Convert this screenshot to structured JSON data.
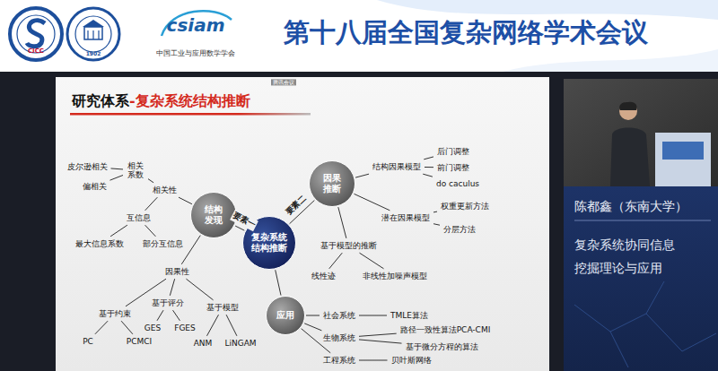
{
  "diagram": {
    "title": "研究体系",
    "nodes": [
      {
        "text": [
          "结构发现"
        ]
      },
      {
        "text": [
          "相关性"
        ]
      },
      {
        "text": [
          "相关系数"
        ]
      },
      {
        "text": [
          "皮尔逊相关"
        ]
      },
      {
        "text": [
          "偏相关"
        ]
      },
      {
        "text": [
          "互信息"
        ]
      },
      {
        "text": [
          "最大信息系数"
        ]
      },
      {
        "text": [
          "部分互信息"
        ]
      },
      {
        "text": [
          "因果性"
        ]
      },
      {
        "text": [
          "基于约束"
        ]
      },
      {
        "text": [
          "基于评分"
        ]
      },
      {
        "text": [
          "基于模型"
        ]
      },
      {
        "text": [
          "PC"
        ]
      },
      {
        "text": [
          "PCMCI"
        ]
      },
      {
        "text": [
          "GES"
        ]
      },
      {
        "text": [
          "FGES"
        ]
      },
      {
        "text": [
          "ANM"
        ]
      },
      {
        "text": [
          "LiNGAM"
        ]
      },
      {
        "text": [
          "复杂系统结构推断"
        ]
      },
      {
        "text": [
          "因果推断"
        ]
      },
      {
        "text": [
          "结构因果模型"
        ]
      },
      {
        "text": [
          "后门调整"
        ]
      },
      {
        "text": [
          "前门调整"
        ]
      },
      {
        "text": [
          "do caculus"
        ]
      },
      {
        "text": [
          "潜在因果模型"
        ]
      },
      {
        "text": [
          "权重更新方法"
        ]
      },
      {
        "text": [
          "分层方法"
        ]
      },
      {
        "text": [
          "基于模型的推断"
        ]
      },
      {
        "text": [
          "线性迹"
        ]
      },
      {
        "text": [
          "非线性加噪声模型"
        ]
      },
      {
        "text": [
          "应用"
        ]
      },
      {
        "text": [
          "社会系统"
        ]
      },
      {
        "text": [
          "TMLE算法"
        ]
      },
      {
        "text": [
          "生物系统"
        ]
      },
      {
        "text": [
          "路径一致性算法PCA-CMI"
        ]
      },
      {
        "text": [
          "基于微分方程的算法"
        ]
      },
      {
        "text": [
          "工程系统"
        ]
      },
      {
        "text": [
          "贝叶斯网络"
        ]
      }
    ],
    "edges": [
      {
        "from": 18,
        "to": 0,
        "arrow": "none",
        "label": "要素一"
      },
      {
        "from": 18,
        "to": 19,
        "arrow": "none",
        "label": "要素二"
      },
      {
        "from": 18,
        "to": 30,
        "arrow": "none"
      },
      {
        "from": 0,
        "to": 1,
        "arrow": "none"
      },
      {
        "from": 1,
        "to": 2,
        "arrow": "none"
      },
      {
        "from": 2,
        "to": 3,
        "arrow": "none"
      },
      {
        "from": 2,
        "to": 4,
        "arrow": "none"
      },
      {
        "from": 1,
        "to": 5,
        "arrow": "none"
      },
      {
        "from": 5,
        "to": 6,
        "arrow": "none"
      },
      {
        "from": 5,
        "to": 7,
        "arrow": "none"
      },
      {
        "from": 0,
        "to": 8,
        "arrow": "none"
      },
      {
        "from": 8,
        "to": 9,
        "arrow": "none"
      },
      {
        "from": 8,
        "to": 10,
        "arrow": "none"
      },
      {
        "from": 8,
        "to": 11,
        "arrow": "none"
      },
      {
        "from": 9,
        "to": 12,
        "arrow": "none"
      },
      {
        "from": 9,
        "to": 13,
        "arrow": "none"
      },
      {
        "from": 10,
        "to": 14,
        "arrow": "none"
      },
      {
        "from": 10,
        "to": 15,
        "arrow": "none"
      },
      {
        "from": 11,
        "to": 16,
        "arrow": "none"
      },
      {
        "from": 11,
        "to": 17,
        "arrow": "none"
      },
      {
        "from": 19,
        "to": 20,
        "arrow": "none"
      },
      {
        "from": 20,
        "to": 21,
        "arrow": "none"
      },
      {
        "from": 20,
        "to": 22,
        "arrow": "none"
      },
      {
        "from": 20,
        "to": 23,
        "arrow": "none"
      },
      {
        "from": 19,
        "to": 24,
        "arrow": "none"
      },
      {
        "from": 24,
        "to": 25,
        "arrow": "none"
      },
      {
        "from": 24,
        "to": 26,
        "arrow": "none"
      },
      {
        "from": 19,
        "to": 27,
        "arrow": "none"
      },
      {
        "from": 27,
        "to": 28,
        "arrow": "none"
      },
      {
        "from": 27,
        "to": 29,
        "arrow": "none"
      },
      {
        "from": 30,
        "to": 31,
        "arrow": "none"
      },
      {
        "from": 31,
        "to": 32,
        "arrow": "none"
      },
      {
        "from": 30,
        "to": 33,
        "arrow": "none"
      },
      {
        "from": 33,
        "to": 34,
        "arrow": "none"
      },
      {
        "from": 33,
        "to": 35,
        "arrow": "none"
      },
      {
        "from": 30,
        "to": 36,
        "arrow": "none"
      },
      {
        "from": 36,
        "to": 37,
        "arrow": "none"
      }
    ],
    "labels": [
      "-复杂系统结构推断",
      "第十八届全国复杂网络学术会议",
      "CICC",
      "1902",
      "csiam",
      "中国工业与应用数学学会",
      "腾讯会议",
      "陈都鑫（东南大学）",
      "复杂系统协同信息挖掘理论与应用"
    ]
  }
}
